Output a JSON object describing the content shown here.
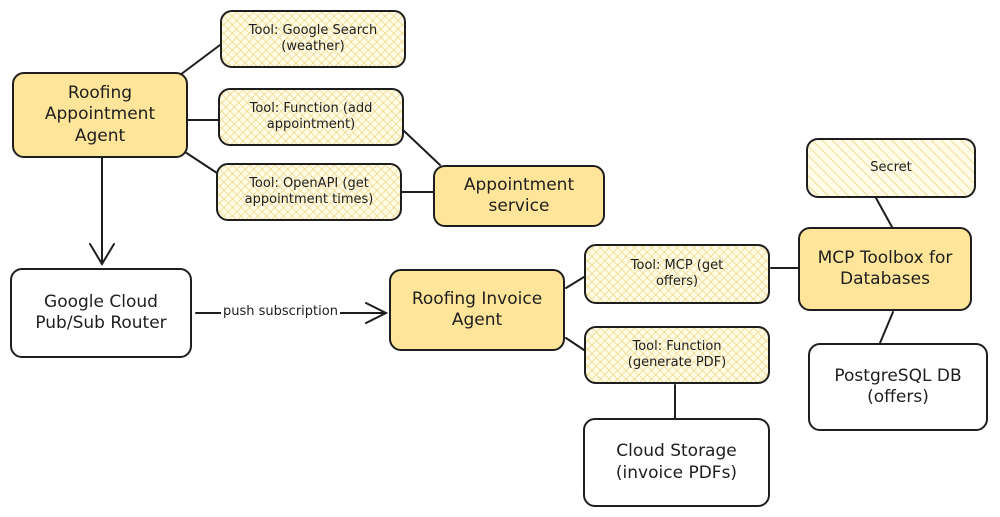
{
  "diagram": {
    "nodes": {
      "roofing_appointment_agent": "Roofing\nAppointment\nAgent",
      "tool_google_search": "Tool: Google Search\n(weather)",
      "tool_function_add": "Tool: Function (add\nappointment)",
      "tool_openapi": "Tool: OpenAPI (get\nappointment times)",
      "appointment_service": "Appointment\nservice",
      "secret": "Secret",
      "mcp_toolbox": "MCP Toolbox for\nDatabases",
      "pubsub_router": "Google Cloud\nPub/Sub Router",
      "roofing_invoice_agent": "Roofing Invoice\nAgent",
      "tool_mcp": "Tool: MCP (get\noffers)",
      "tool_function_pdf": "Tool: Function\n(generate PDF)",
      "postgres_db": "PostgreSQL DB\n(offers)",
      "cloud_storage": "Cloud Storage\n(invoice PDFs)"
    },
    "edge_labels": {
      "push_subscription": "push subscription"
    },
    "colors": {
      "agent_fill": "#ffe599",
      "tool_hatch": "#e8ce6e",
      "stroke": "#1e1e1e",
      "plain_fill": "#ffffff"
    }
  }
}
